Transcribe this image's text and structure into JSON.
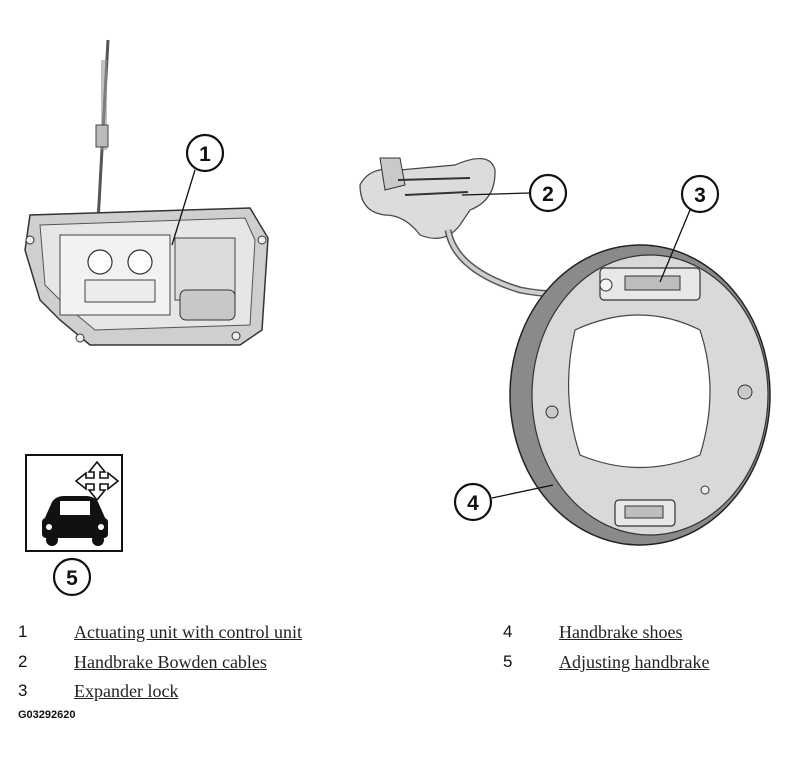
{
  "diagram": {
    "callouts": [
      "1",
      "2",
      "3",
      "4",
      "5"
    ]
  },
  "legend": [
    {
      "num": "1",
      "text": "Actuating unit with control unit"
    },
    {
      "num": "2",
      "text": "Handbrake Bowden cables"
    },
    {
      "num": "3",
      "text": "Expander lock"
    },
    {
      "num": "4",
      "text": "Handbrake shoes"
    },
    {
      "num": "5",
      "text": "Adjusting handbrake"
    }
  ],
  "figure_code": "G03292620",
  "colors": {
    "line": "#111111",
    "part_fill": "#d9d9d9",
    "lining": "#8a8a8a",
    "background": "#ffffff"
  }
}
